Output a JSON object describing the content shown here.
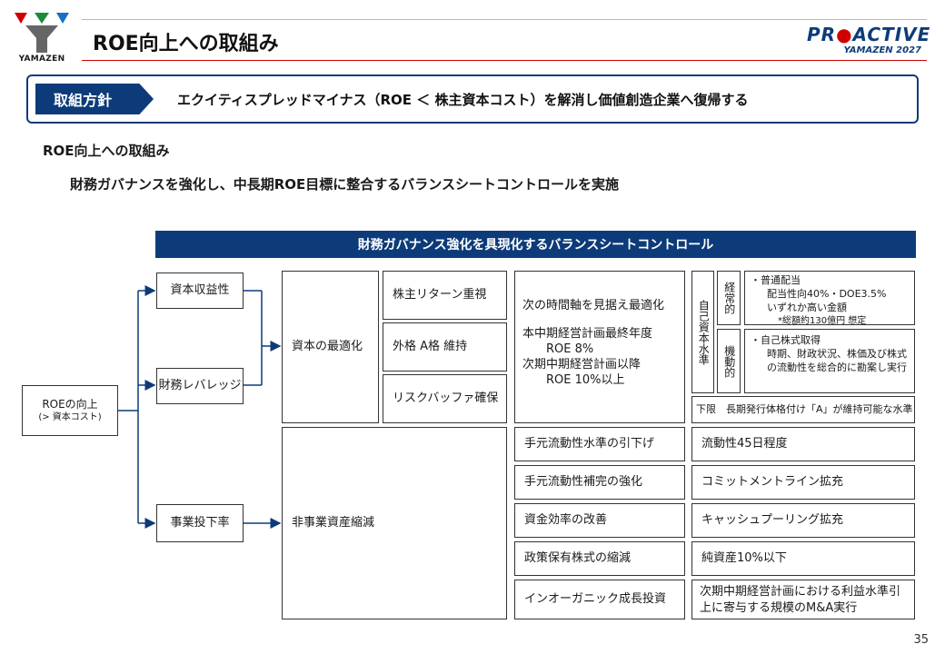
{
  "header": {
    "logo_text": "YAMAZEN",
    "title": "ROE向上への取組み",
    "brand_name_a": "PR",
    "brand_name_b": "ACTIVE",
    "brand_sub": "YAMAZEN 2027"
  },
  "policy": {
    "tag": "取組方針",
    "text": "エクイティスプレッドマイナス（ROE ＜ 株主資本コスト）を解消し価値創造企業へ復帰する"
  },
  "section": {
    "title": "ROE向上への取組み",
    "subtitle": "財務ガバナンスを強化し、中長期ROE目標に整合するバランスシートコントロールを実施"
  },
  "diagram": {
    "bar_title": "財務ガバナンス強化を具現化するバランスシートコントロール",
    "root": {
      "line1": "ROEの向上",
      "line2": "(> 資本コスト)"
    },
    "drivers": {
      "capital_return": "資本収益性",
      "leverage": "財務レバレッジ",
      "investment": "事業投下率"
    },
    "capital_optimization": "資本の最適化",
    "non_business_reduction": "非事業資産縮減",
    "opt_items": [
      "株主リターン重視",
      "外格 A格 維持",
      "リスクバッファ確保"
    ],
    "timeline": {
      "line1": "次の時間軸を見据え最適化",
      "line2": "本中期経営計画最終年度",
      "line3": "ROE 8%",
      "line4": "次期中期経営計画以降",
      "line5": "ROE 10%以上"
    },
    "equity_level": "自己資本水準",
    "ordinary": "経常的",
    "flexible": "機動的",
    "ordinary_detail": {
      "line1": "・普通配当",
      "line2": "配当性向40%・DOE3.5%",
      "line3": "いずれか高い金額",
      "line4": "*総額約130億円 想定"
    },
    "flexible_detail": {
      "line1": "・自己株式取得",
      "line2": "時期、財政状況、株価及び株式の流動性を総合的に勘案し実行"
    },
    "lower_limit": "下限　長期発行体格付け「A」が維持可能な水準",
    "rows": [
      {
        "action": "手元流動性水準の引下げ",
        "target": "流動性45日程度"
      },
      {
        "action": "手元流動性補完の強化",
        "target": "コミットメントライン拡充"
      },
      {
        "action": "資金効率の改善",
        "target": "キャッシュプーリング拡充"
      },
      {
        "action": "政策保有株式の縮減",
        "target": "純資産10%以下"
      },
      {
        "action": "インオーガニック成長投資",
        "target": "次期中期経営計画における利益水準引上に寄与する規模のM&A実行"
      }
    ]
  },
  "page_number": "35"
}
